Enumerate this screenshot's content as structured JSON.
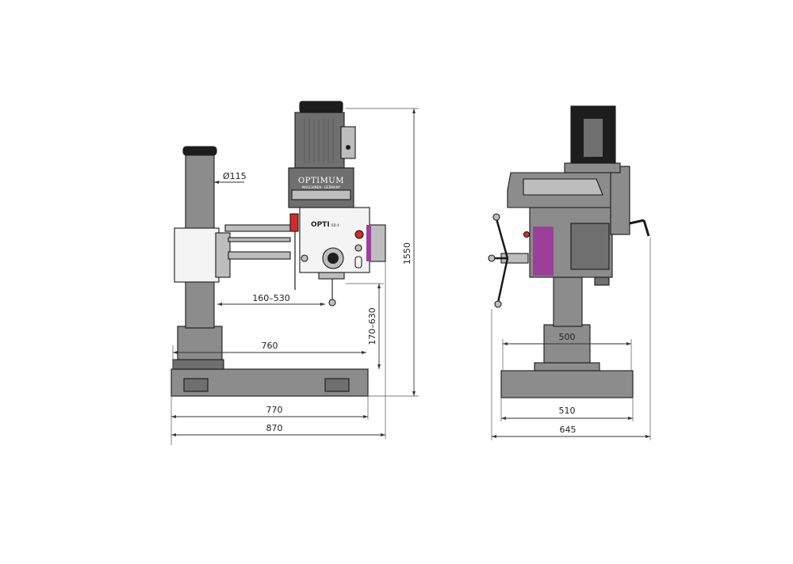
{
  "front_view": {
    "brand_label": "OPTIMUM",
    "brand_sub": "MASCHINEN · GERMANY",
    "head_label": "OPTI",
    "head_sub": "RD 4",
    "dimensions": {
      "column_diameter": "Ø115",
      "arm_reach": "160–530",
      "arm_length": "760",
      "spindle_table_distance": "170–630",
      "base_length": "770",
      "overall_depth": "870",
      "overall_height": "1550"
    }
  },
  "side_view": {
    "dimensions": {
      "base_upper_width": "500",
      "base_width": "510",
      "overall_width": "645"
    }
  },
  "colors": {
    "body_grey": "#8c8c8c",
    "accent_purple": "#9b3f9a",
    "accent_red": "#d42a2a",
    "motor_black": "#1d1d1d"
  }
}
